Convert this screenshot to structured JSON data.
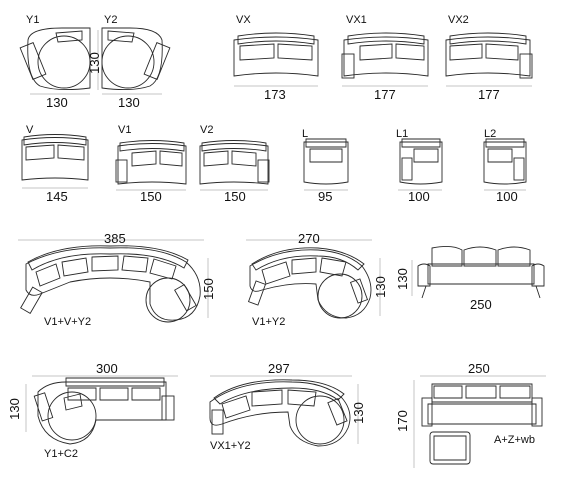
{
  "modules": {
    "y1": {
      "label": "Y1",
      "w": "130",
      "h": "130"
    },
    "y2": {
      "label": "Y2",
      "w": "130"
    },
    "vx": {
      "label": "VX",
      "w": "173"
    },
    "vx1": {
      "label": "VX1",
      "w": "177"
    },
    "vx2": {
      "label": "VX2",
      "w": "177"
    },
    "v": {
      "label": "V",
      "w": "145"
    },
    "v1": {
      "label": "V1",
      "w": "150"
    },
    "v2": {
      "label": "V2",
      "w": "150"
    },
    "l": {
      "label": "L",
      "w": "95"
    },
    "l1": {
      "label": "L1",
      "w": "100"
    },
    "l2": {
      "label": "L2",
      "w": "100"
    }
  },
  "compositions": {
    "c1": {
      "label": "V1+V+Y2",
      "w": "385",
      "h": "150"
    },
    "c2": {
      "label": "V1+Y2",
      "w": "270",
      "h": "130"
    },
    "c3": {
      "w": "250",
      "h": "130"
    },
    "c4": {
      "label": "Y1+C2",
      "w": "300",
      "h": "130"
    },
    "c5": {
      "label": "VX1+Y2",
      "w": "297",
      "h": "130"
    },
    "c6": {
      "label": "A+Z+wb",
      "w": "250",
      "h": "170"
    }
  }
}
